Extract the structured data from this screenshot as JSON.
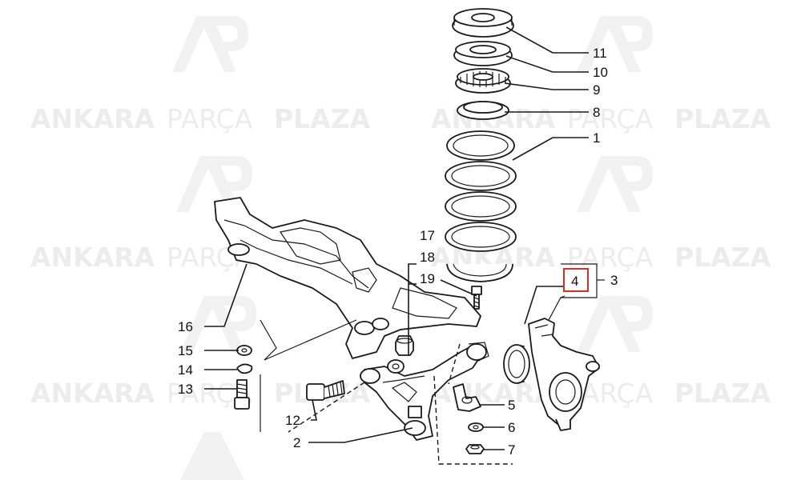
{
  "watermark": {
    "word1": "ANKARA",
    "word2": "PARÇA",
    "word3": "PLAZA",
    "accent": "#ececec"
  },
  "callouts": {
    "c1": "1",
    "c2": "2",
    "c3": "3",
    "c4": "4",
    "c5": "5",
    "c6": "6",
    "c7": "7",
    "c8": "8",
    "c9": "9",
    "c10": "10",
    "c11": "11",
    "c12": "12",
    "c13": "13",
    "c14": "14",
    "c15": "15",
    "c16": "16",
    "c17": "17",
    "c18": "18",
    "c19": "19"
  },
  "highlight": {
    "part": "4",
    "color": "#d62f2f"
  }
}
